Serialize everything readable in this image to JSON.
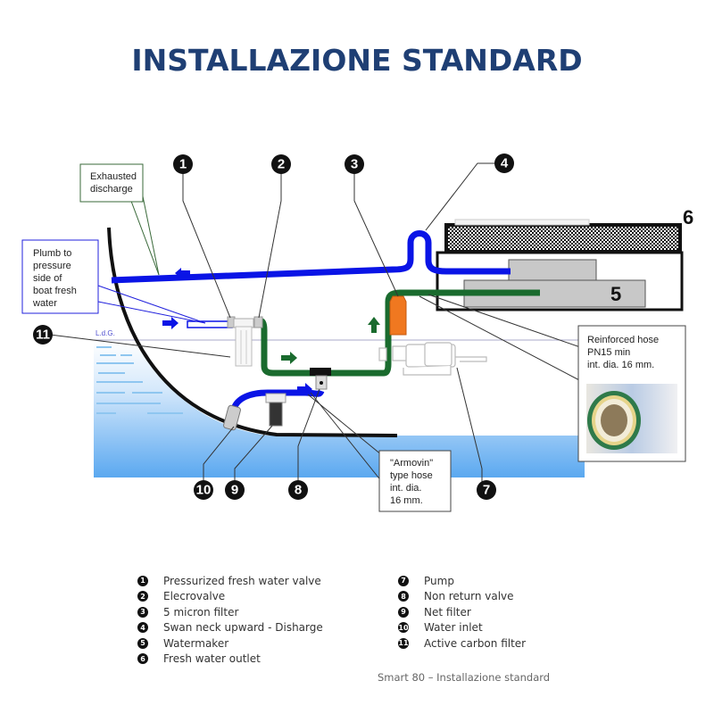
{
  "title": "INSTALLAZIONE STANDARD",
  "colors": {
    "title": "#1f3f74",
    "fresh_water_hose": "#0a14e6",
    "product_hose": "#1a6b2e",
    "filter_5_micron": "#f07820",
    "water": "#5aa8f0",
    "hull": "#111111"
  },
  "diagram": {
    "callouts": {
      "exhausted_discharge": [
        "Exhausted",
        "discharge"
      ],
      "plumb_to_pressure": [
        "Plumb to",
        "pressure",
        "side of",
        "boat fresh",
        "water"
      ],
      "reinforced_hose": [
        "Reinforced hose",
        "PN15  min",
        "int. dia.  16 mm."
      ],
      "armovin_hose": [
        "\"Armovin\"",
        "type hose",
        "int. dia.",
        "16 mm."
      ]
    },
    "waterline_label": "L.d.G.",
    "markers": [
      "1",
      "2",
      "3",
      "4",
      "5",
      "6",
      "7",
      "8",
      "9",
      "10",
      "11"
    ]
  },
  "legend": {
    "left": [
      {
        "num": "1",
        "label": "Pressurized fresh water valve"
      },
      {
        "num": "2",
        "label": "Elecrovalve"
      },
      {
        "num": "3",
        "label": "5 micron filter"
      },
      {
        "num": "4",
        "label": "Swan neck upward - Disharge"
      },
      {
        "num": "5",
        "label": "Watermaker"
      },
      {
        "num": "6",
        "label": "Fresh water outlet"
      }
    ],
    "right": [
      {
        "num": "7",
        "label": "Pump"
      },
      {
        "num": "8",
        "label": "Non return valve"
      },
      {
        "num": "9",
        "label": "Net filter"
      },
      {
        "num": "10",
        "label": "Water inlet"
      },
      {
        "num": "11",
        "label": "Active carbon filter"
      }
    ]
  },
  "caption": "Smart 80 – Installazione standard"
}
